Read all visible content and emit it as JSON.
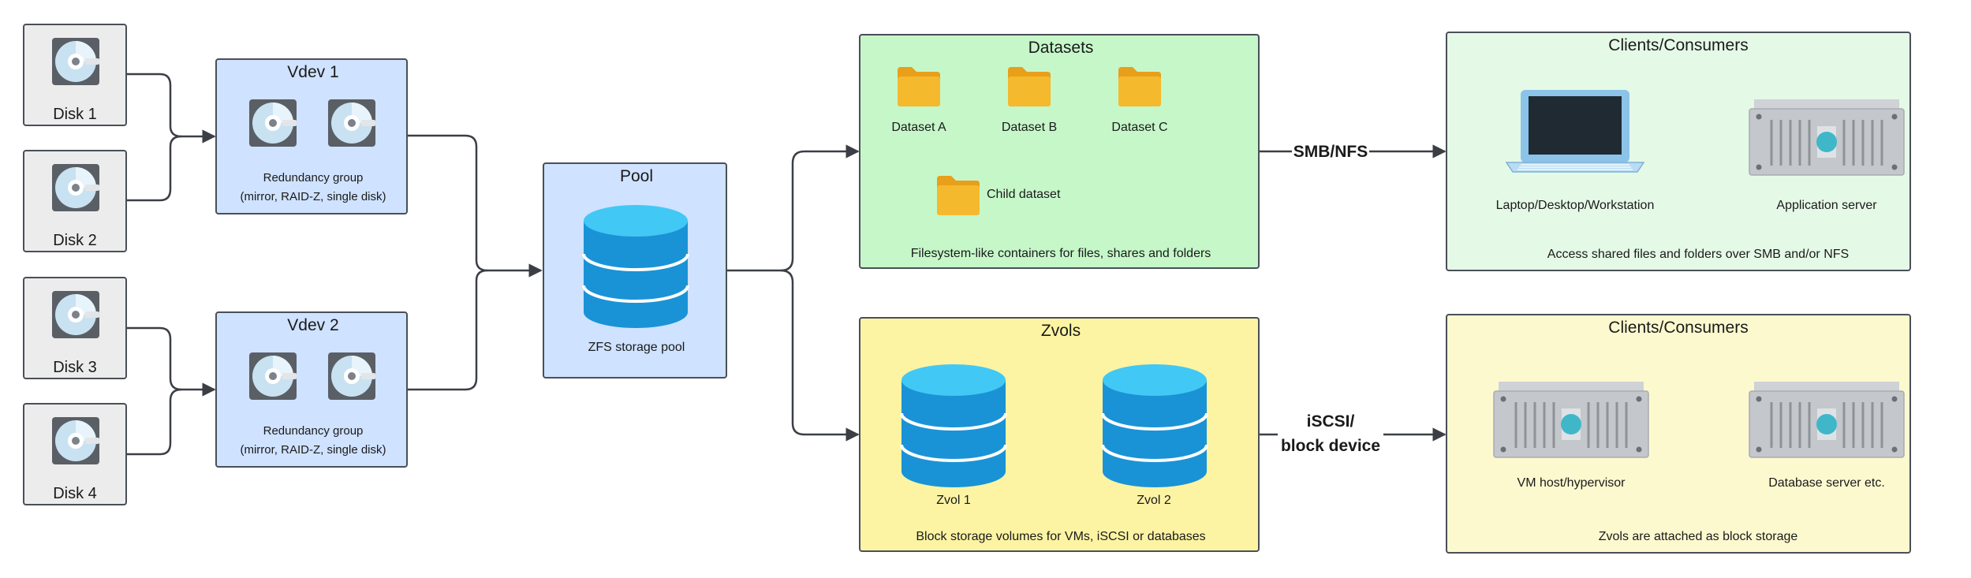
{
  "disks": [
    {
      "label": "Disk 1",
      "icon": "disk-icon"
    },
    {
      "label": "Disk 2",
      "icon": "disk-icon"
    },
    {
      "label": "Disk 3",
      "icon": "disk-icon"
    },
    {
      "label": "Disk 4",
      "icon": "disk-icon"
    }
  ],
  "vdevs": [
    {
      "title": "Vdev 1",
      "desc_line1": "Redundancy group",
      "desc_line2": "(mirror, RAID-Z, single disk)"
    },
    {
      "title": "Vdev 2",
      "desc_line1": "Redundancy group",
      "desc_line2": "(mirror, RAID-Z, single disk)"
    }
  ],
  "pool": {
    "title": "Pool",
    "caption": "ZFS storage pool",
    "icon": "database-icon"
  },
  "datasets": {
    "title": "Datasets",
    "items": [
      "Dataset A",
      "Dataset B",
      "Dataset C"
    ],
    "child": "Child dataset",
    "caption": "Filesystem-like containers for files, shares and folders",
    "icon": "folder-icon"
  },
  "zvols": {
    "title": "Zvols",
    "items": [
      "Zvol 1",
      "Zvol 2"
    ],
    "caption": "Block storage volumes for VMs, iSCSI or databases",
    "icon": "database-icon"
  },
  "connectors": {
    "smb": "SMB/NFS",
    "iscsi_line1": "iSCSI/",
    "iscsi_line2": "block device"
  },
  "clients_top": {
    "title": "Clients/Consumers",
    "items": [
      "Laptop/Desktop/Workstation",
      "Application server"
    ],
    "caption": "Access shared files and folders over SMB and/or NFS",
    "icons": [
      "laptop-icon",
      "server-icon"
    ]
  },
  "clients_bottom": {
    "title": "Clients/Consumers",
    "items": [
      "VM host/hypervisor",
      "Database server etc."
    ],
    "caption": "Zvols are attached as block storage",
    "icons": [
      "server-icon",
      "server-icon"
    ]
  },
  "colors": {
    "vdev_fill": "#cfe2ff",
    "datasets_fill": "#c6f7c9",
    "zvols_fill": "#fcf4a3",
    "db_top": "#42c8f5",
    "db_body": "#1a93d6",
    "folder": "#f5b92e",
    "line": "#4a4f57"
  }
}
